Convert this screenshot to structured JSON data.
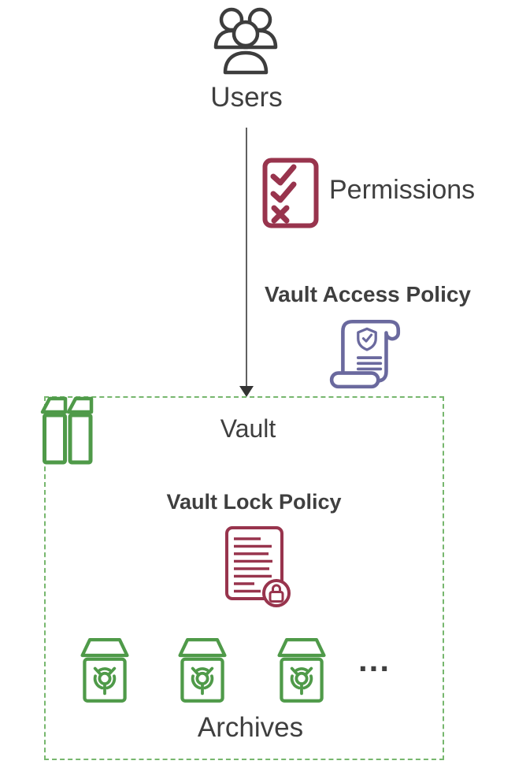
{
  "nodes": {
    "users": {
      "label": "Users",
      "icon": "users-icon"
    },
    "permissions": {
      "label": "Permissions",
      "icon": "checklist-icon"
    },
    "vault_access_policy": {
      "label": "Vault Access Policy",
      "icon": "policy-scroll-icon"
    },
    "vault": {
      "label": "Vault",
      "icon": "vault-containers-icon"
    },
    "vault_lock_policy": {
      "label": "Vault Lock Policy",
      "icon": "locked-document-icon"
    },
    "archives": {
      "label": "Archives",
      "icon": "archive-box-icon",
      "more_indicator": "...",
      "count_visible": 3
    }
  },
  "edges": [
    {
      "from": "users",
      "to": "vault",
      "style": "arrow-down"
    }
  ],
  "colors": {
    "text": "#3f3f3f",
    "maroon": "#98344d",
    "green": "#4f9a49",
    "green_border": "#77b76e",
    "purple": "#6a699e",
    "arrow_line": "#606060",
    "arrow_head": "#333333",
    "icon_dark": "#3d3d3d"
  }
}
